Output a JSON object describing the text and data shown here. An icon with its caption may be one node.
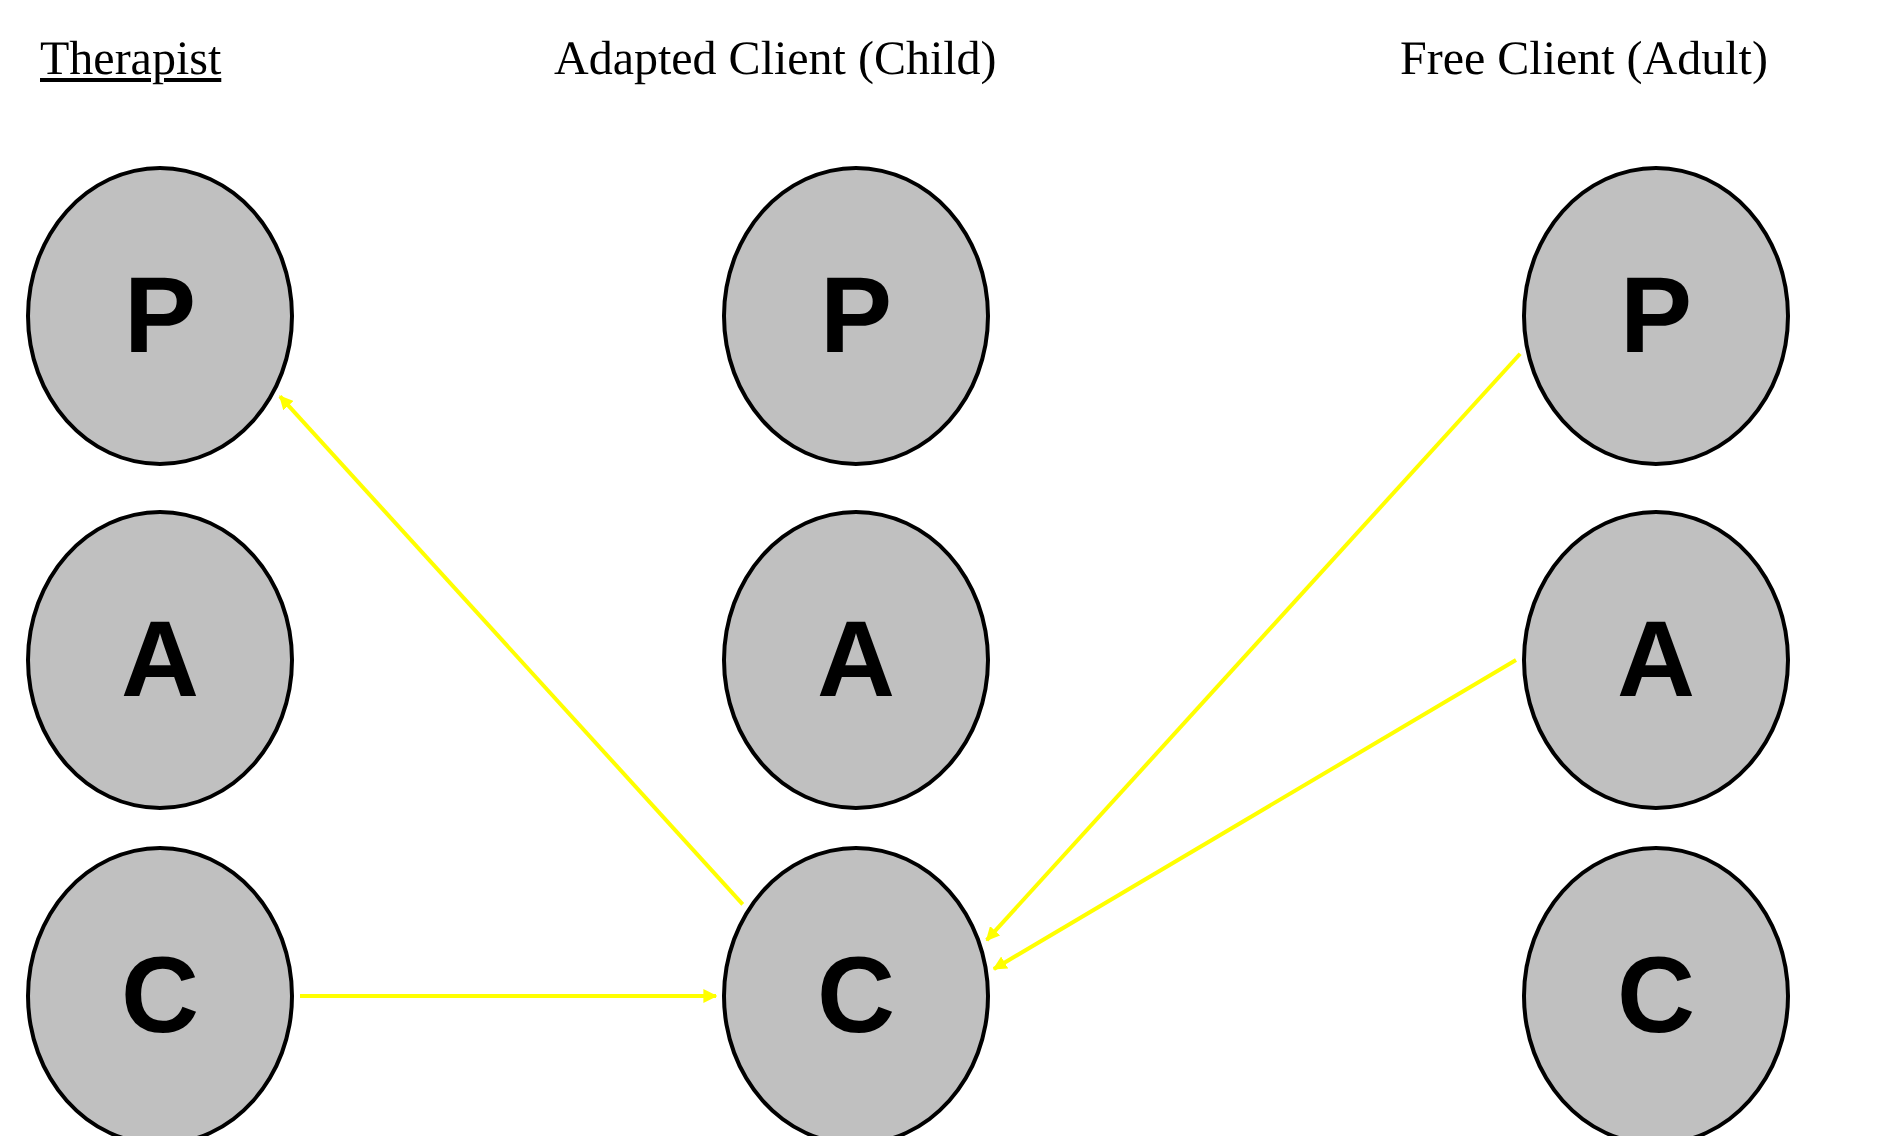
{
  "diagram": {
    "nodes": [
      {
        "text": [
          "P"
        ]
      },
      {
        "text": [
          "A"
        ]
      },
      {
        "text": [
          "C"
        ]
      },
      {
        "text": [
          "P"
        ]
      },
      {
        "text": [
          "A"
        ]
      },
      {
        "text": [
          "C"
        ]
      },
      {
        "text": [
          "P"
        ]
      },
      {
        "text": [
          "A"
        ]
      },
      {
        "text": [
          "C"
        ]
      }
    ],
    "edges": [
      {
        "from": 2,
        "to": 5,
        "arrow": "to",
        "color": "#ffff00"
      },
      {
        "from": 5,
        "to": 0,
        "arrow": "to",
        "color": "#ffff00"
      },
      {
        "from": 6,
        "to": 5,
        "arrow": "to",
        "color": "#ffff00"
      },
      {
        "from": 7,
        "to": 5,
        "arrow": "to",
        "color": "#ffff00"
      }
    ],
    "labels": [
      "Therapist",
      "Adapted Client (Child)",
      "Free Client (Adult)"
    ]
  }
}
